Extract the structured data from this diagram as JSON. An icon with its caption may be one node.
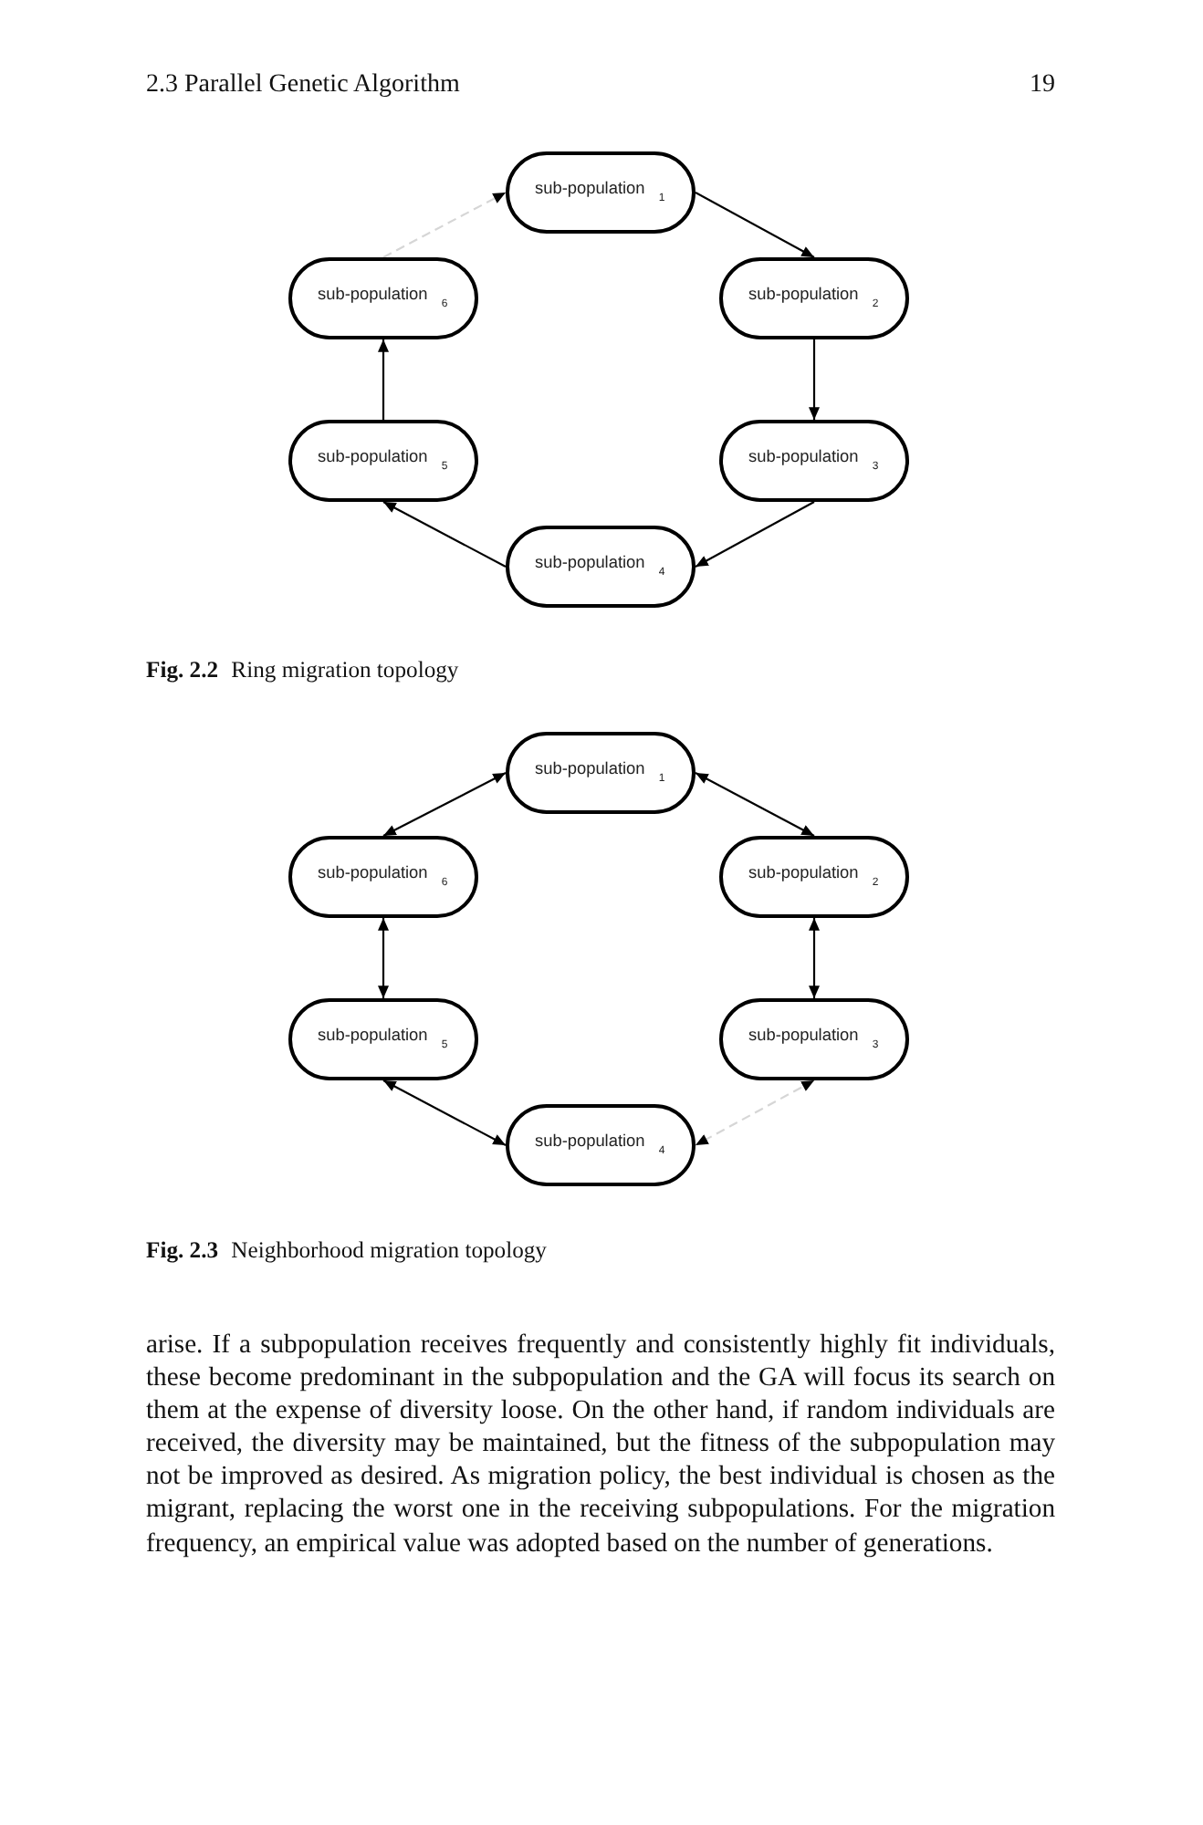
{
  "diagram": {
    "nodes": [
      {
        "text": [
          "sub-population $_{1}$"
        ]
      },
      {
        "text": [
          "sub-population $_{2}$"
        ]
      },
      {
        "text": [
          "sub-population $_{3}$"
        ]
      },
      {
        "text": [
          "sub-population $_{4}$"
        ]
      },
      {
        "text": [
          "sub-population $_{5}$"
        ]
      },
      {
        "text": [
          "sub-population $_{6}$"
        ]
      },
      {
        "text": [
          "sub-population $_{1}$"
        ]
      },
      {
        "text": [
          "sub-population $_{2}$"
        ]
      },
      {
        "text": [
          "sub-population $_{3}$"
        ]
      },
      {
        "text": [
          "sub-population $_{4}$"
        ]
      },
      {
        "text": [
          "sub-population $_{5}$"
        ]
      },
      {
        "text": [
          "sub-population $_{6}$"
        ]
      }
    ],
    "edges": [
      {
        "from": 0,
        "to": 1,
        "arrow": "to"
      },
      {
        "from": 1,
        "to": 2,
        "arrow": "to"
      },
      {
        "from": 2,
        "to": 3,
        "arrow": "to"
      },
      {
        "from": 3,
        "to": 4,
        "arrow": "to"
      },
      {
        "from": 4,
        "to": 5,
        "arrow": "to"
      },
      {
        "from": 5,
        "to": 0,
        "arrow": "to",
        "style": "dashed",
        "color": "#d6d6d6"
      },
      {
        "from": 6,
        "to": 7,
        "arrow": "both"
      },
      {
        "from": 7,
        "to": 8,
        "arrow": "both"
      },
      {
        "from": 8,
        "to": 9,
        "arrow": "both",
        "style": "dashed",
        "color": "#d6d6d6"
      },
      {
        "from": 9,
        "to": 10,
        "arrow": "both"
      },
      {
        "from": 10,
        "to": 11,
        "arrow": "both"
      },
      {
        "from": 11,
        "to": 6,
        "arrow": "both"
      }
    ],
    "labels": [
      "2.3 Parallel Genetic Algorithm",
      "19",
      "**Fig. 2.2** Ring migration topology",
      "**Fig. 2.3** Neighborhood migration topology",
      "arise. If a subpopulation receives frequently and consistently highly fit individuals, these become predominant in the subpopulation and the GA will focus its search on them at the expense of diversity loose. On the other hand, if random individuals are received, the diversity may be maintained, but the fitness of the subpopulation may not be improved as desired. As migration policy, the best individual is chosen as the migrant, replacing the worst one in the receiving subpopulations. For the migration frequency, an empirical value was adopted based on the number of generations."
    ]
  }
}
